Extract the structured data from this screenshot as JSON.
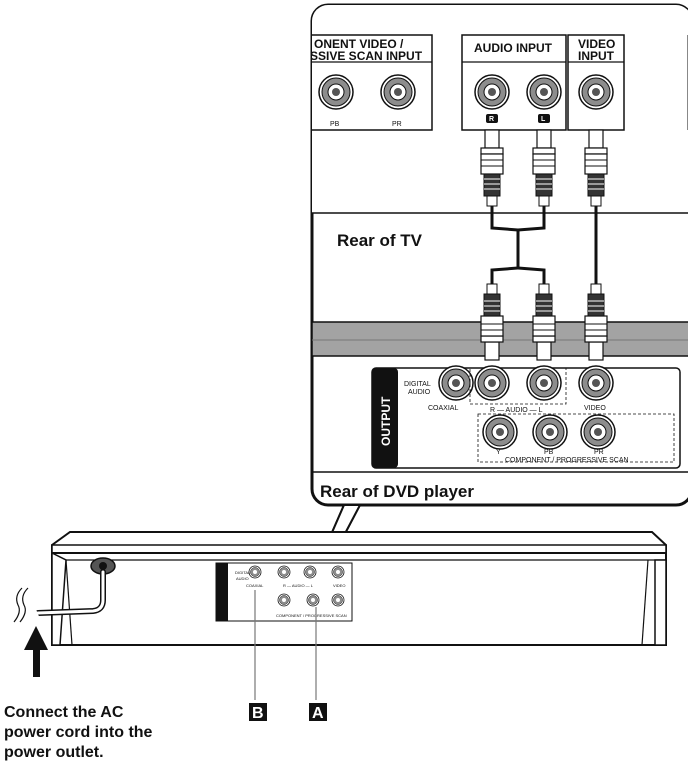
{
  "tv_panel": {
    "component_header_line1": "ONENT VIDEO /",
    "component_header_line2": "SSIVE SCAN INPUT",
    "pb": "PB",
    "pr": "PR",
    "audio_input": "AUDIO INPUT",
    "video_input_line1": "VIDEO",
    "video_input_line2": "INPUT",
    "r": "R",
    "l": "L",
    "rear_of_tv": "Rear of TV"
  },
  "dvd_panel": {
    "output": "OUTPUT",
    "digital_audio_line1": "DIGITAL",
    "digital_audio_line2": "AUDIO",
    "coaxial": "COAXIAL",
    "audio_row": "R — AUDIO — L",
    "video": "VIDEO",
    "y": "Y",
    "pb": "PB",
    "pr": "PR",
    "component_scan": "COMPONENT / PROGRESSIVE SCAN",
    "rear_of_dvd": "Rear of DVD player"
  },
  "callouts": {
    "b": "B",
    "a": "A"
  },
  "caption": {
    "line1": "Connect the AC",
    "line2": "power cord into the",
    "line3": "power outlet."
  },
  "colors": {
    "panel_gray": "#b9b9b9",
    "jack_gray": "#8d8d8d",
    "ink": "#111111",
    "band_gray": "#a3a3a3"
  }
}
